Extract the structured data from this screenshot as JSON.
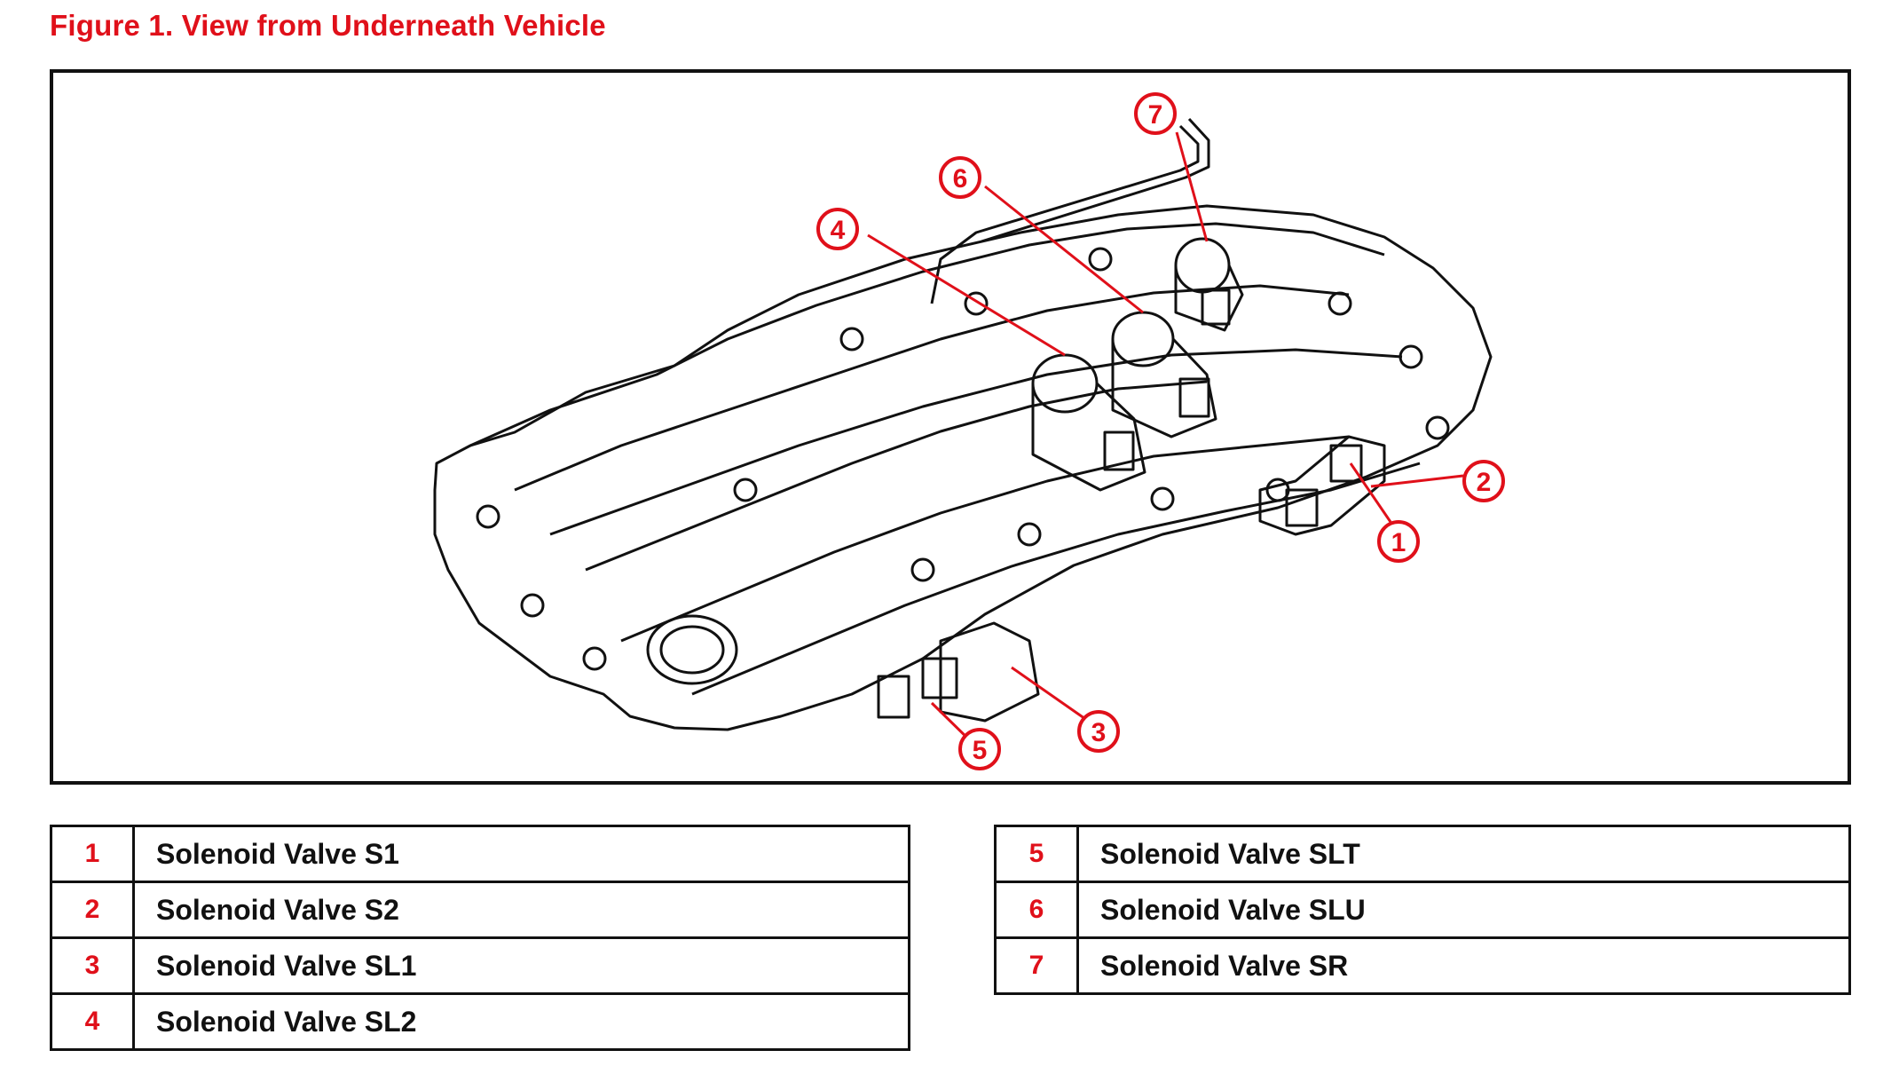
{
  "figure": {
    "title": "Figure 1.  View from Underneath Vehicle"
  },
  "colors": {
    "accent": "#e0101a",
    "line": "#111111"
  },
  "callouts": [
    "1",
    "2",
    "3",
    "4",
    "5",
    "6",
    "7"
  ],
  "legend": {
    "left": [
      {
        "num": "1",
        "label": "Solenoid Valve S1"
      },
      {
        "num": "2",
        "label": "Solenoid Valve S2"
      },
      {
        "num": "3",
        "label": "Solenoid Valve SL1"
      },
      {
        "num": "4",
        "label": "Solenoid Valve SL2"
      }
    ],
    "right": [
      {
        "num": "5",
        "label": "Solenoid Valve SLT"
      },
      {
        "num": "6",
        "label": "Solenoid Valve SLU"
      },
      {
        "num": "7",
        "label": "Solenoid Valve SR"
      }
    ]
  }
}
